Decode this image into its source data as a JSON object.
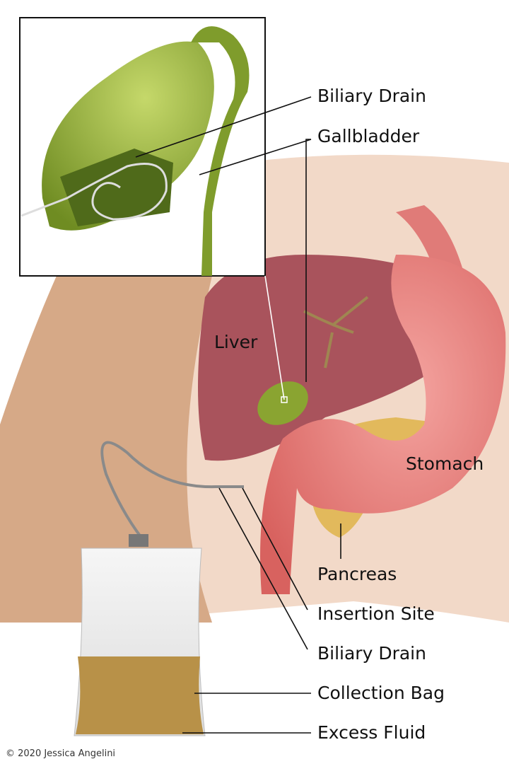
{
  "labels": {
    "biliary_drain_top": "Biliary Drain",
    "gallbladder": "Gallbladder",
    "liver": "Liver",
    "stomach": "Stomach",
    "pancreas": "Pancreas",
    "insertion_site": "Insertion Site",
    "biliary_drain_bottom": "Biliary Drain",
    "collection_bag": "Collection Bag",
    "excess_fluid": "Excess Fluid"
  },
  "copyright": "© 2020 Jessica Angelini",
  "colors": {
    "skin": "#f2d9c8",
    "arm": "#d6a987",
    "liver": "#a9535c",
    "stomach": "#e07b78",
    "pancreas": "#e2b95c",
    "gallbladder": "#7f9c2c",
    "fluid": "#b89148"
  }
}
